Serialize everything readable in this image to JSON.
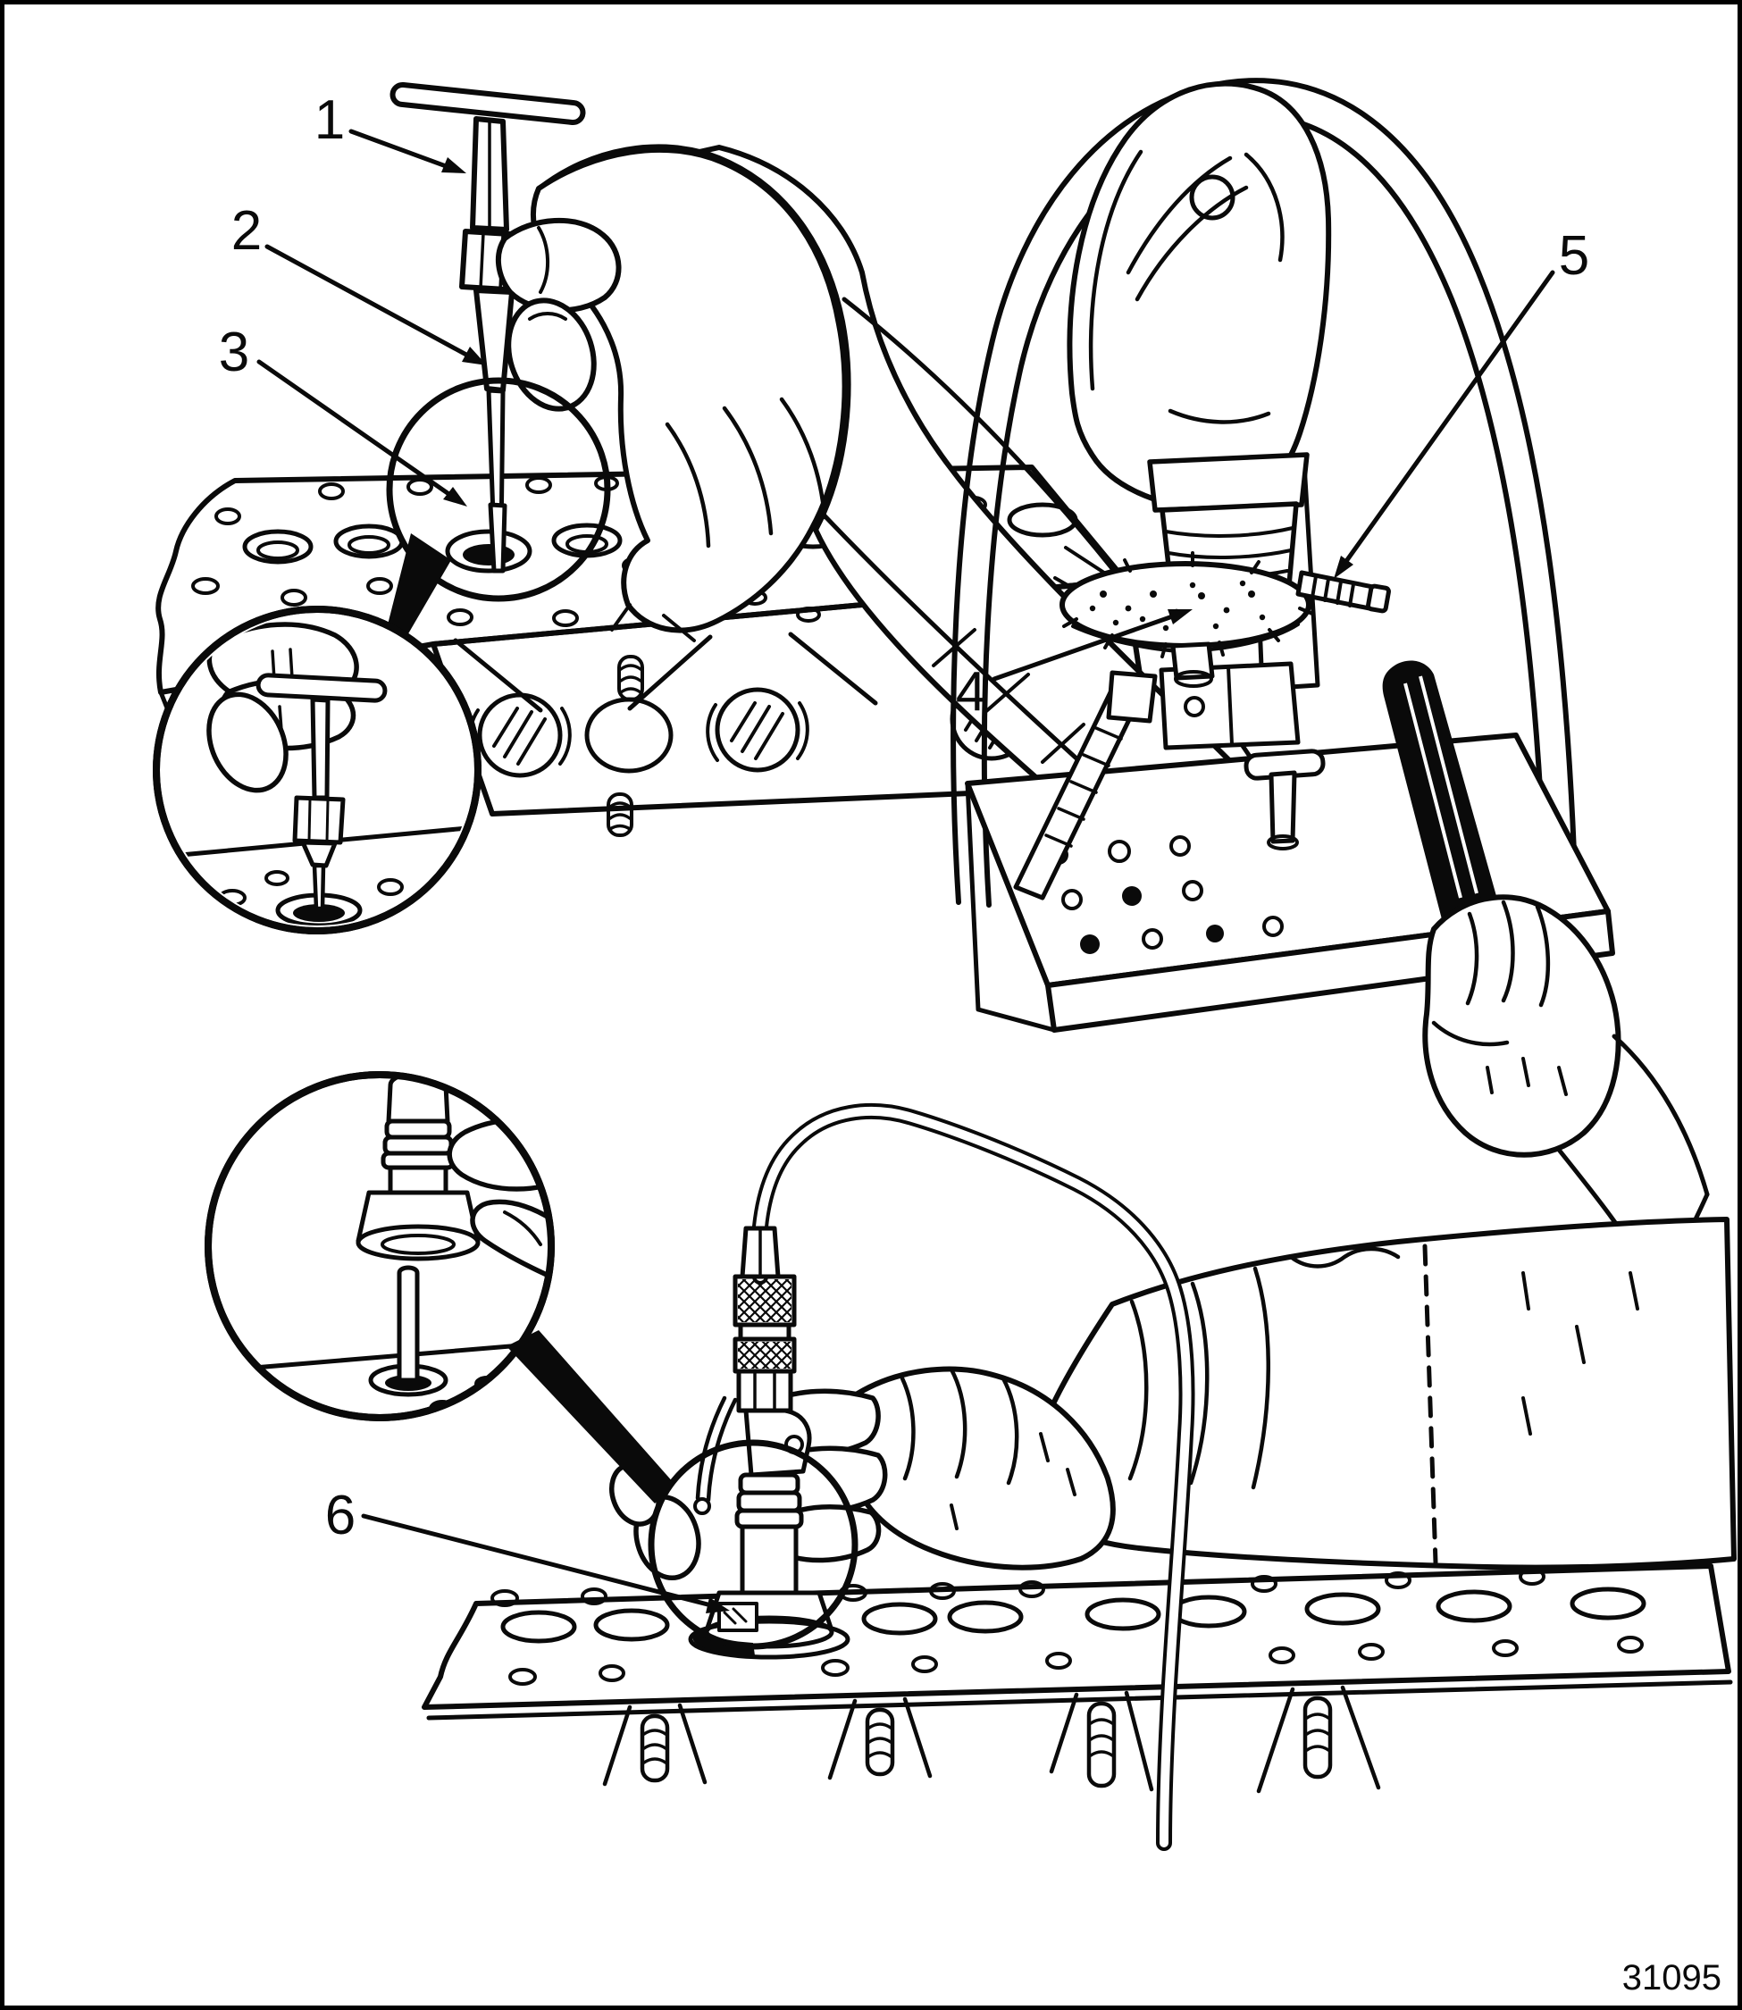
{
  "figure": {
    "number": "31095",
    "callouts": [
      {
        "label": "1"
      },
      {
        "label": "2"
      },
      {
        "label": "3"
      },
      {
        "label": "4"
      },
      {
        "label": "5"
      },
      {
        "label": "6"
      }
    ]
  },
  "colors": {
    "ink": "#0a0a0a",
    "paper": "#ffffff"
  }
}
